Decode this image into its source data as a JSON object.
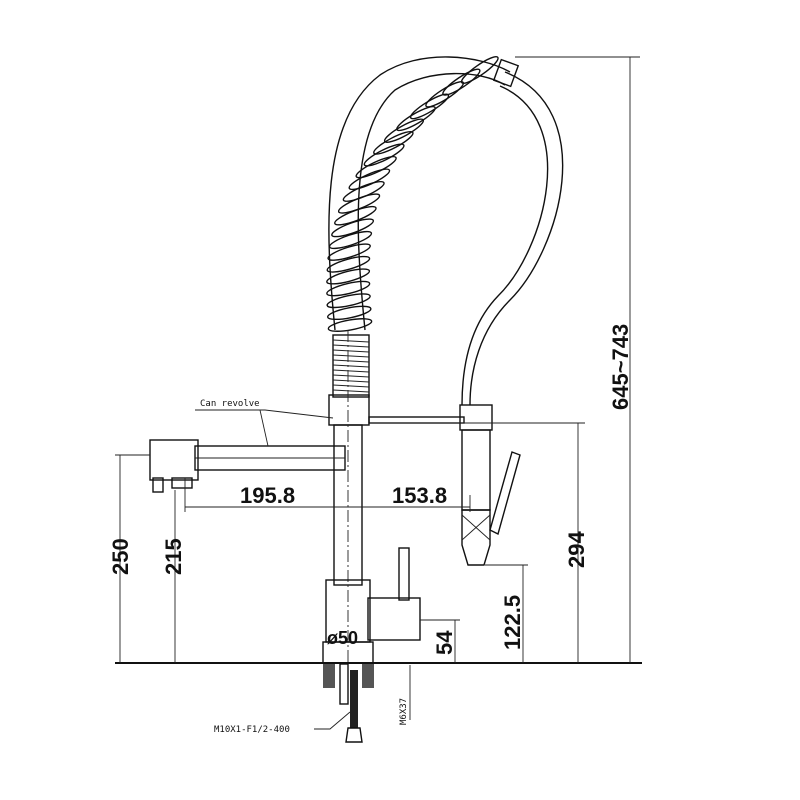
{
  "drawing": {
    "annotation_revolve": "Can revolve",
    "dimensions": {
      "spout_reach": "195.8",
      "spray_offset": "153.8",
      "spout_height": "250",
      "outlet_height": "215",
      "spray_height": "294",
      "spray_outlet_height": "122.5",
      "handle_height": "54",
      "base_diameter": "ø50",
      "total_height": "645~743"
    },
    "hose_spec": "M10X1-F1/2-400",
    "stud_spec": "M6X37"
  }
}
